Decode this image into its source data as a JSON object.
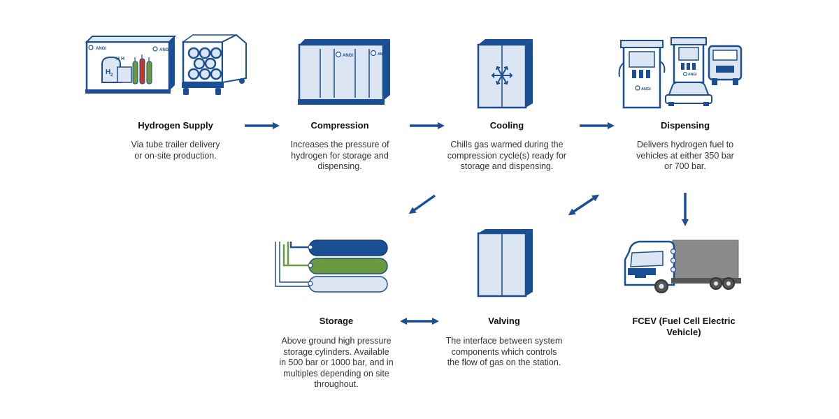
{
  "colors": {
    "navy": "#1a4f94",
    "navy_dark": "#0f3a72",
    "light_blue": "#dce6f3",
    "green": "#6a9a3f",
    "red": "#c0392b",
    "gray": "#8a8a8a",
    "white": "#ffffff"
  },
  "brand_mark": "ANGI",
  "hydrogen_label": "H",
  "hydrogen_subscript": "2",
  "steps": {
    "supply": {
      "title": "Hydrogen Supply",
      "desc": [
        "Via tube trailer delivery",
        "or on-site production."
      ]
    },
    "compression": {
      "title": "Compression",
      "desc": [
        "Increases the pressure of",
        "hydrogen for storage and",
        "dispensing."
      ]
    },
    "cooling": {
      "title": "Cooling",
      "desc": [
        "Chills gas warmed during the",
        "compression cycle(s) ready for",
        "storage and dispensing."
      ]
    },
    "dispensing": {
      "title": "Dispensing",
      "desc": [
        "Delivers hydrogen fuel to",
        "vehicles at either 350 bar",
        "or 700 bar."
      ]
    },
    "storage": {
      "title": "Storage",
      "desc": [
        "Above ground high pressure",
        "storage cylinders. Available",
        "in 500 bar or 1000 bar, and in",
        "multiples depending on site",
        "throughout."
      ]
    },
    "valving": {
      "title": "Valving",
      "desc": [
        "The interface between system",
        "components which controls",
        "the flow of gas on the station."
      ]
    },
    "fcev": {
      "title": [
        "FCEV (Fuel Cell Electric",
        "Vehicle)"
      ]
    }
  }
}
